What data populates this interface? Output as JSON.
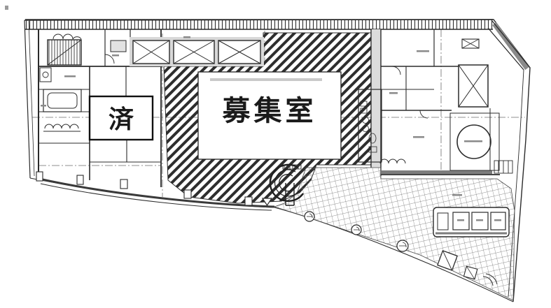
{
  "document": {
    "kind": "architectural-floor-plan",
    "labels": {
      "available_room": "募集室",
      "leased_room": "済"
    },
    "colors": {
      "ink": "#2b2b2b",
      "wall_gray": "#d8d8d8",
      "curb_gray": "#555555",
      "paper": "#ffffff"
    },
    "icons": [
      "elevator-shaft-icon",
      "stairs-icon",
      "spiral-ramp-icon",
      "tree-icon",
      "planter-icon",
      "bathtub-icon",
      "toilet-icon",
      "door-arc-icon"
    ]
  }
}
